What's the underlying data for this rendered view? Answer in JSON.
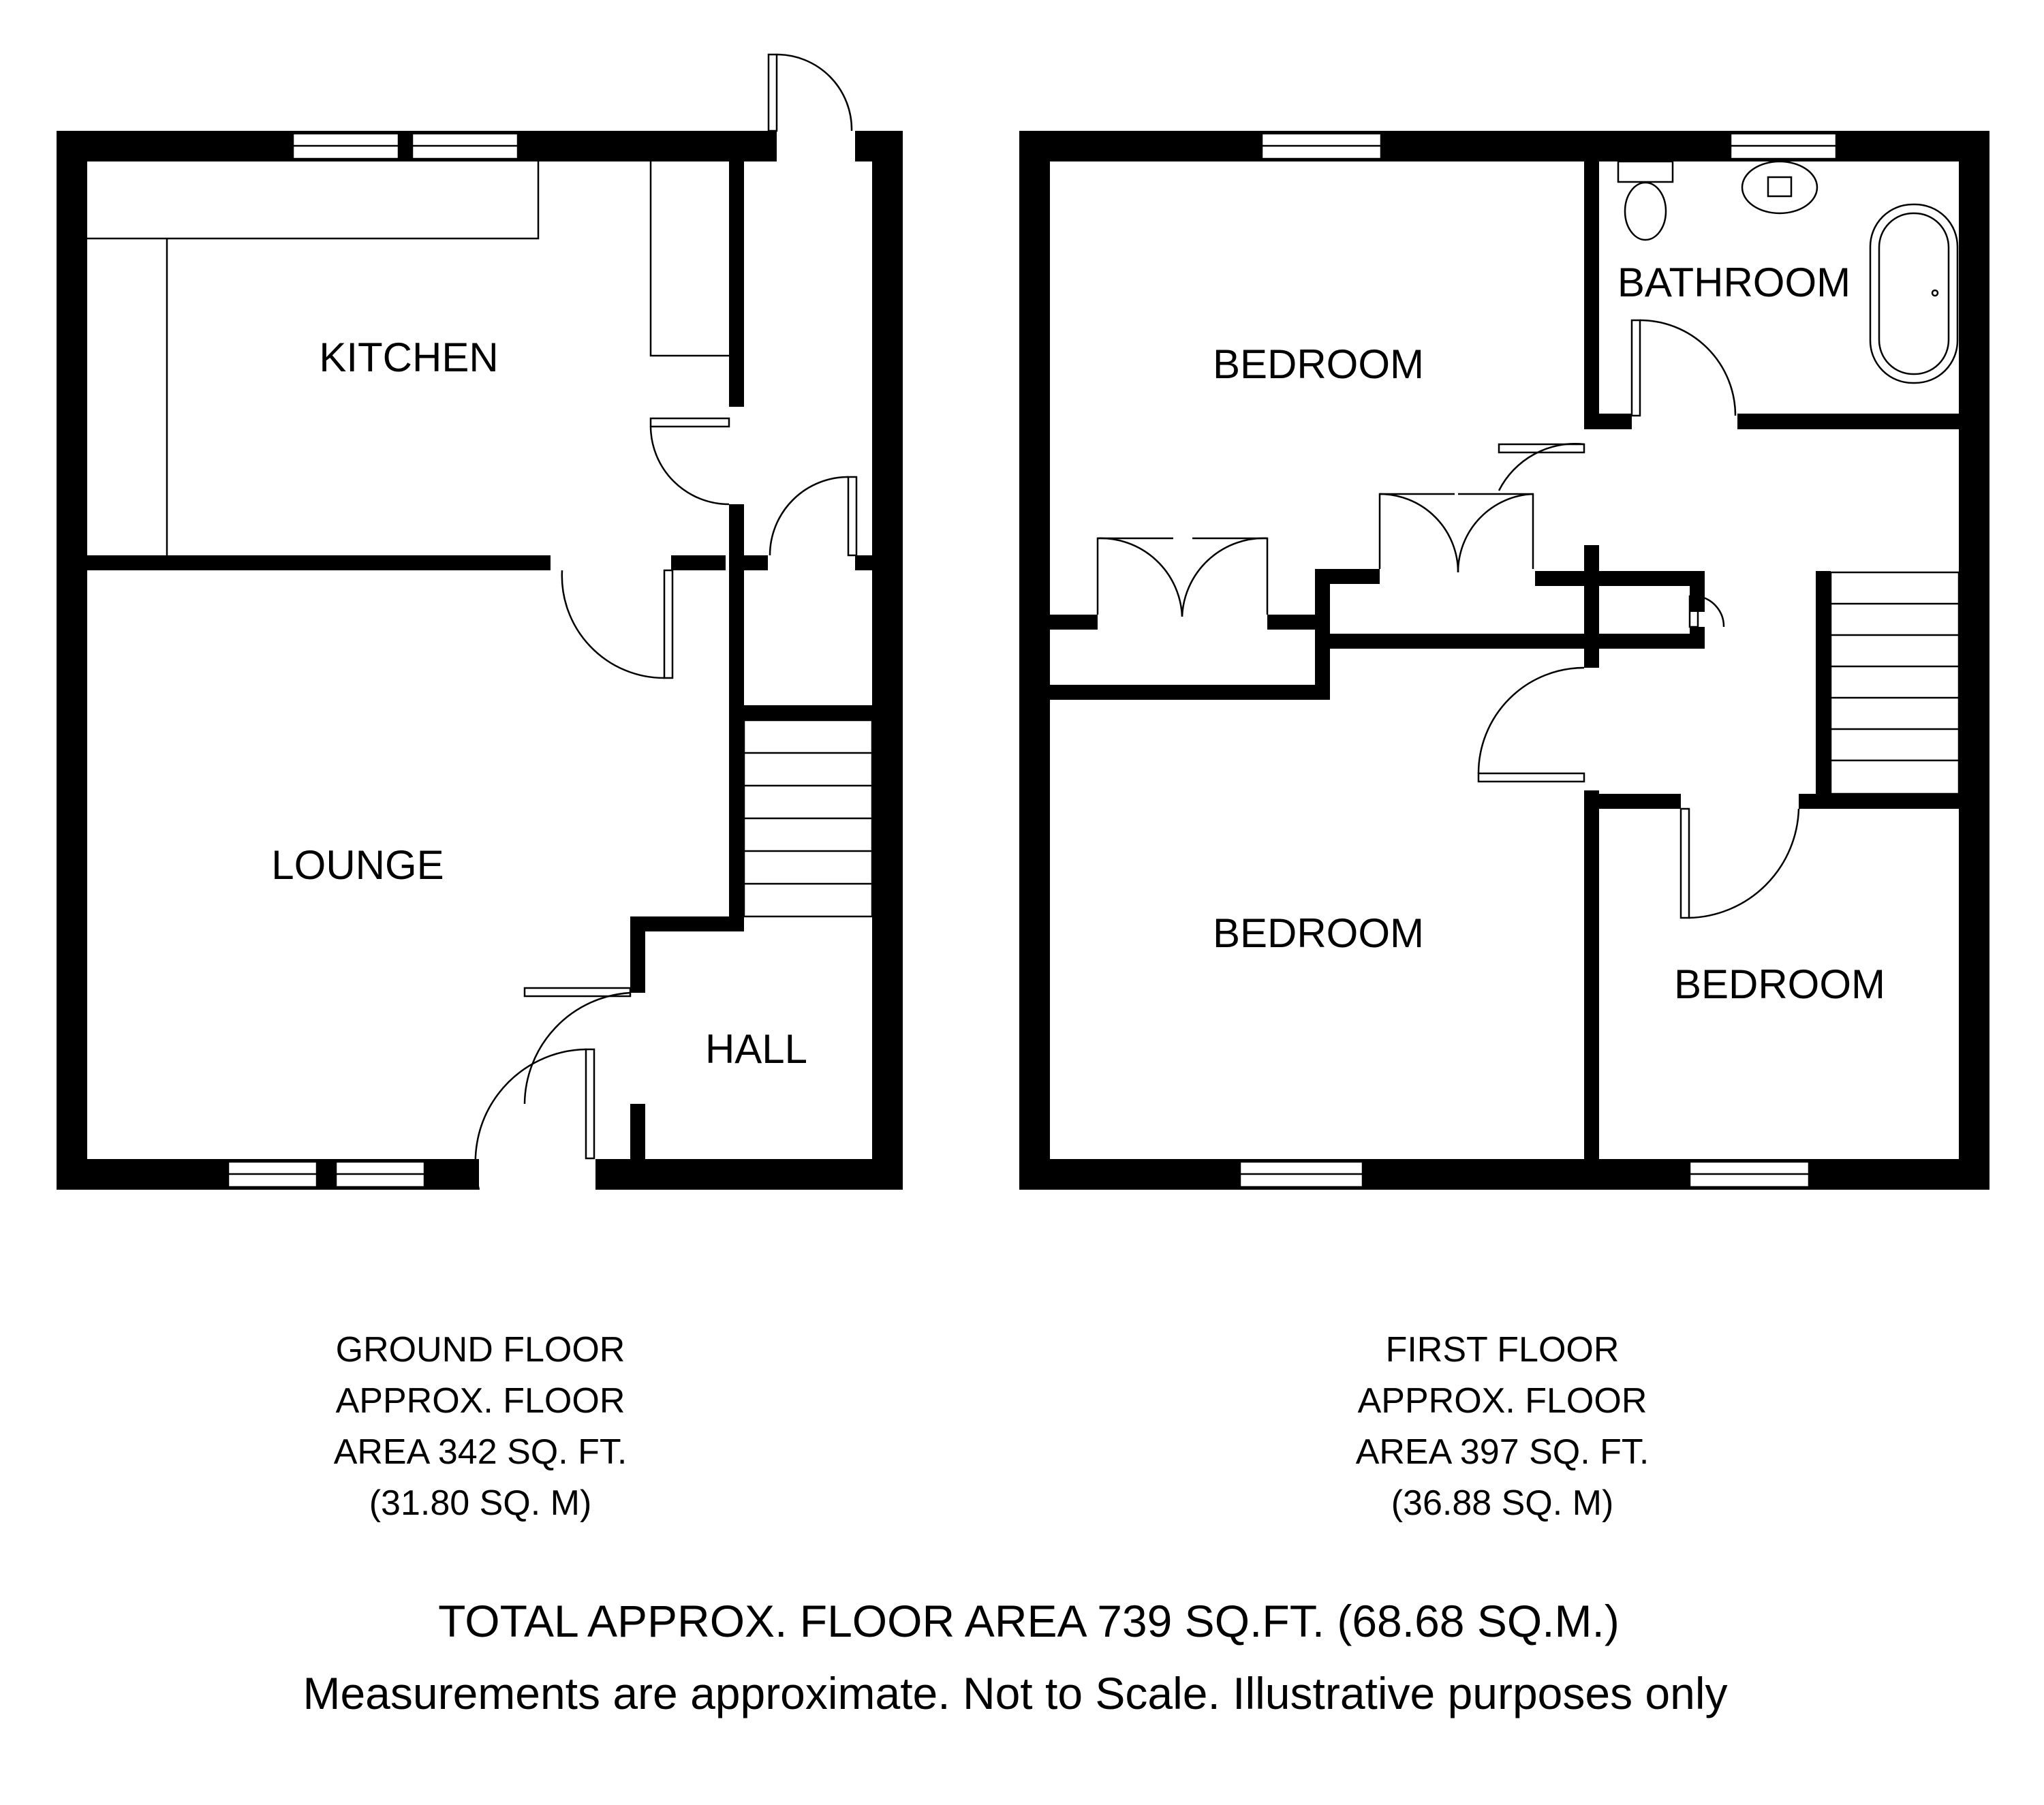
{
  "ground_floor": {
    "rooms": {
      "kitchen": "KITCHEN",
      "lounge": "LOUNGE",
      "hall": "HALL"
    },
    "caption": [
      "GROUND FLOOR",
      "APPROX. FLOOR",
      "AREA 342 SQ. FT.",
      "(31.80 SQ. M)"
    ]
  },
  "first_floor": {
    "rooms": {
      "bedroom_1": "BEDROOM",
      "bathroom": "BATHROOM",
      "bedroom_2": "BEDROOM",
      "bedroom_3": "BEDROOM"
    },
    "caption": [
      "FIRST FLOOR",
      "APPROX. FLOOR",
      "AREA 397 SQ. FT.",
      "(36.88 SQ. M)"
    ]
  },
  "footer": {
    "total": "TOTAL APPROX. FLOOR AREA 739 SQ.FT. (68.68 SQ.M.)",
    "disclaimer": "Measurements are approximate. Not to Scale. Illustrative purposes only"
  }
}
